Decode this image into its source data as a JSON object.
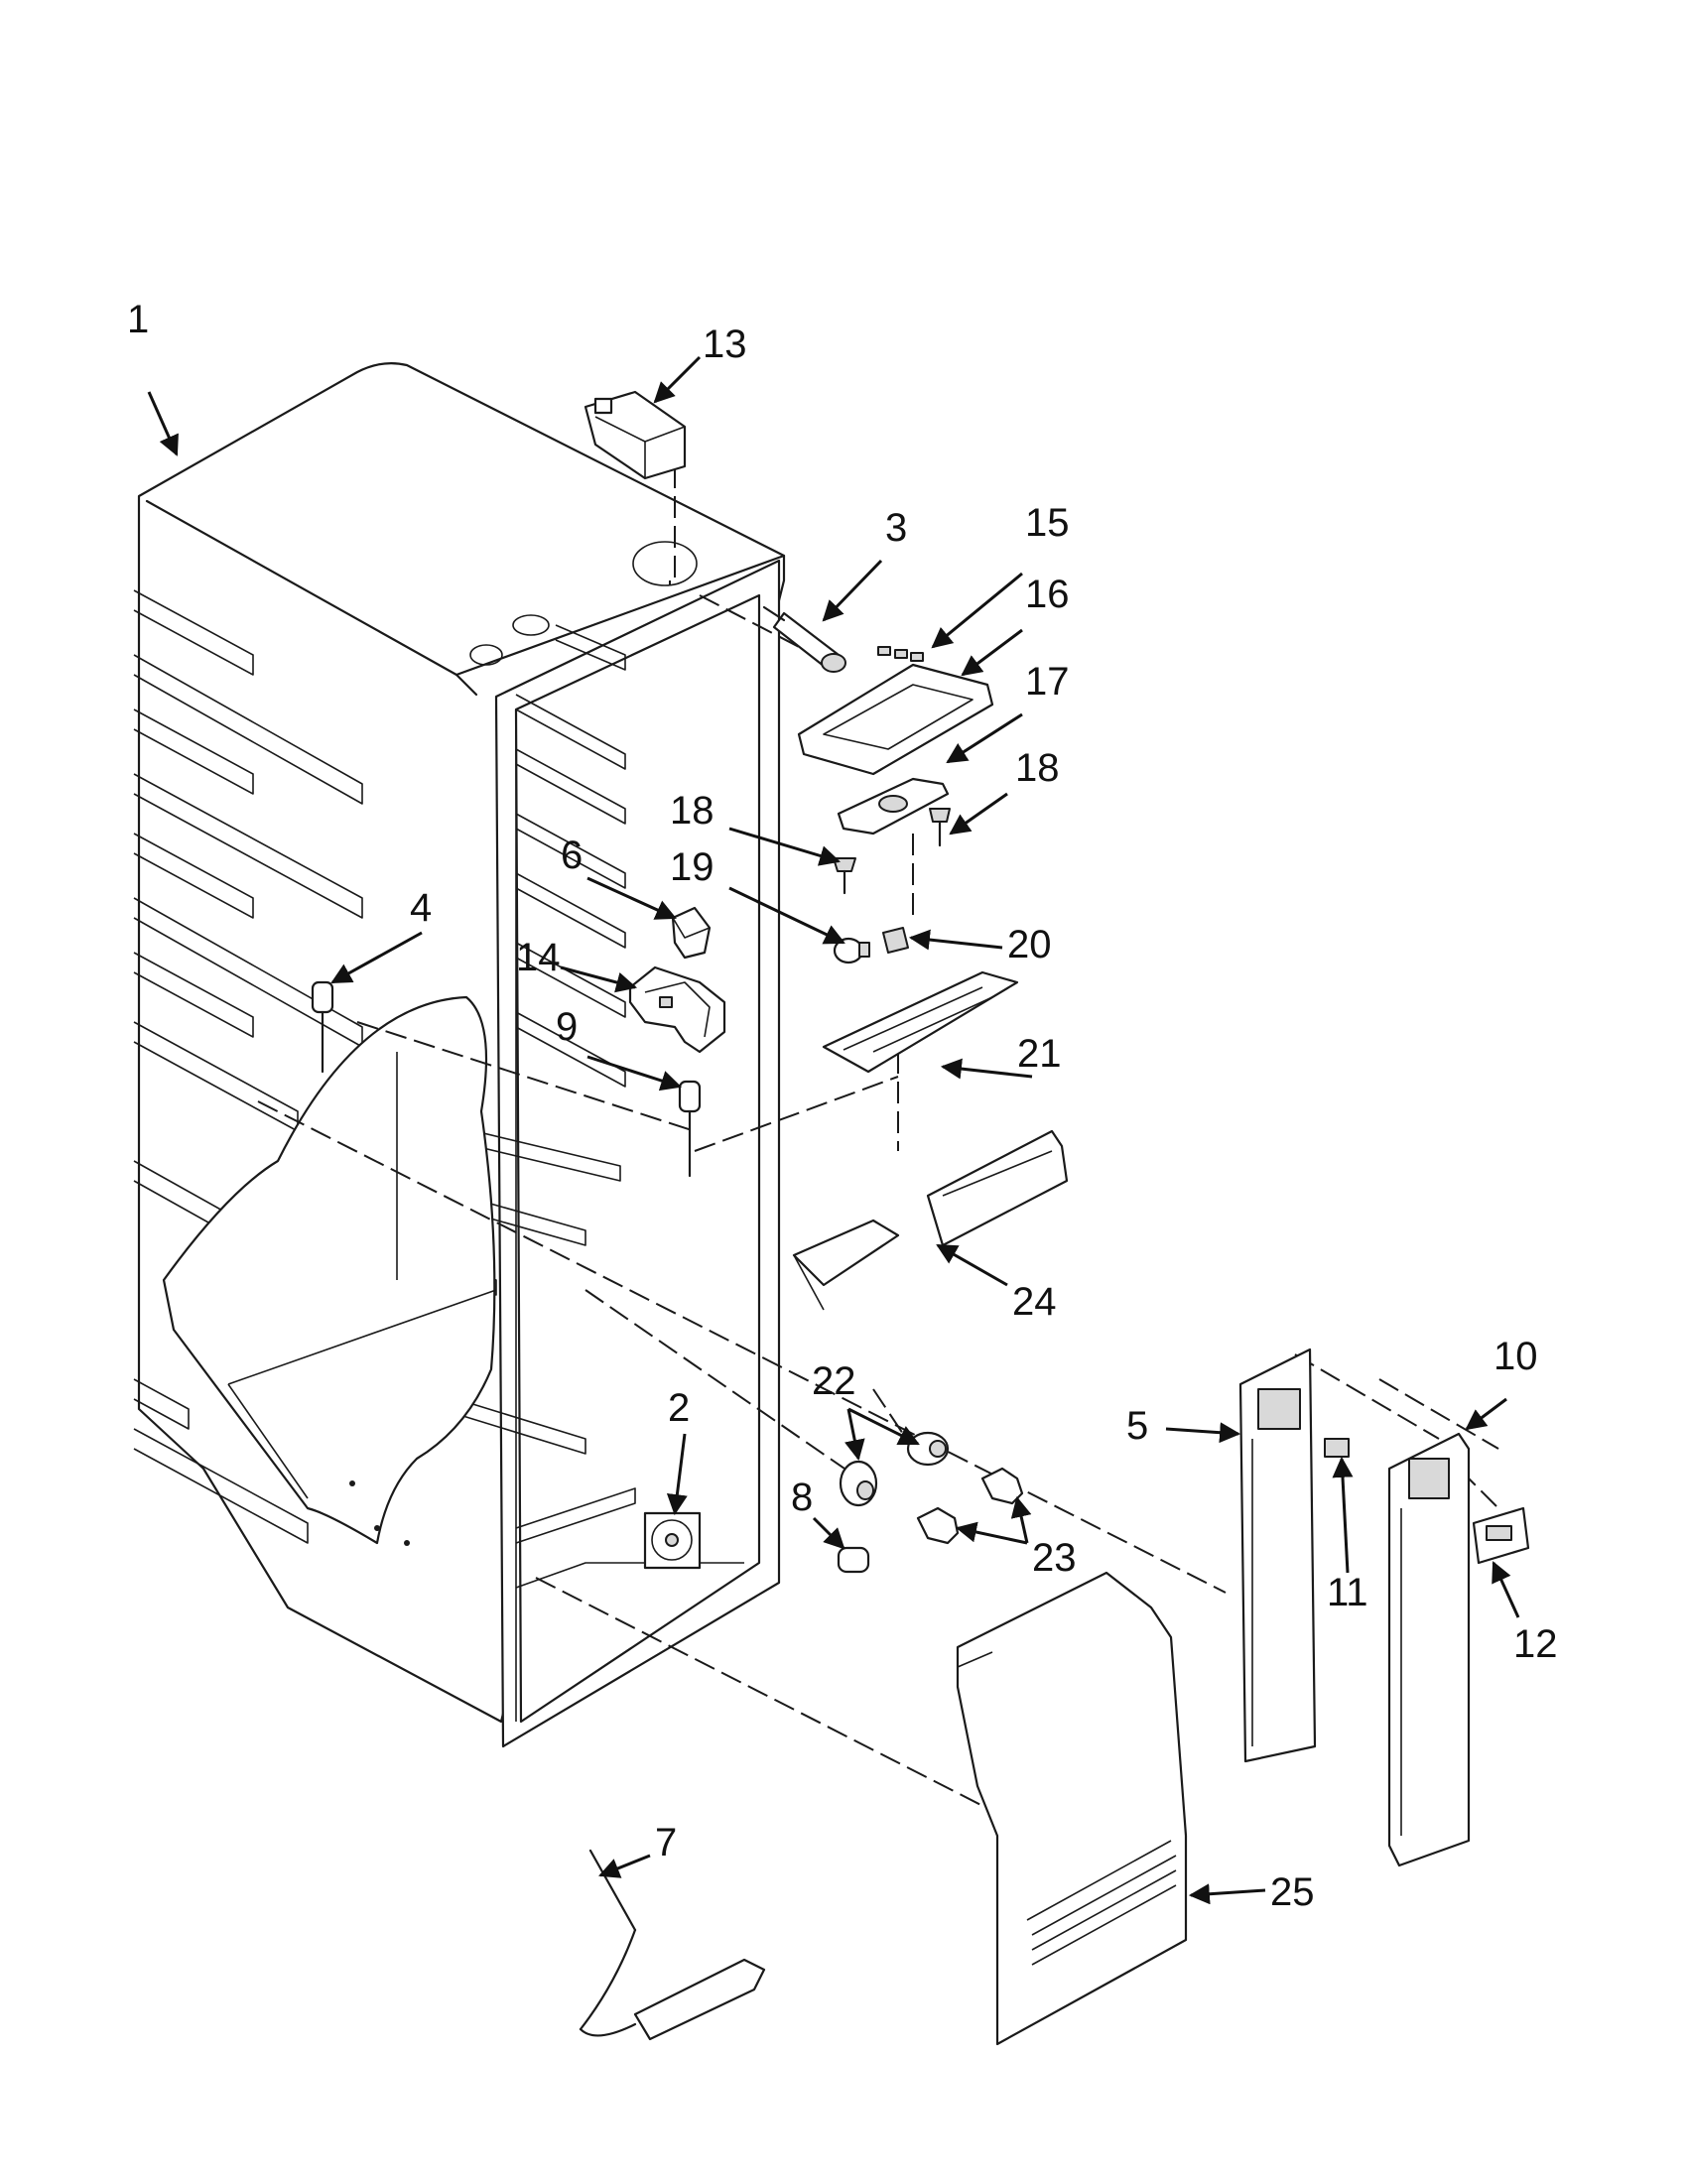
{
  "callouts": [
    "1",
    "2",
    "3",
    "4",
    "5",
    "6",
    "7",
    "8",
    "9",
    "10",
    "11",
    "12",
    "13",
    "14",
    "15",
    "16",
    "17",
    "18",
    "18",
    "19",
    "20",
    "21",
    "22",
    "23",
    "24",
    "25"
  ]
}
